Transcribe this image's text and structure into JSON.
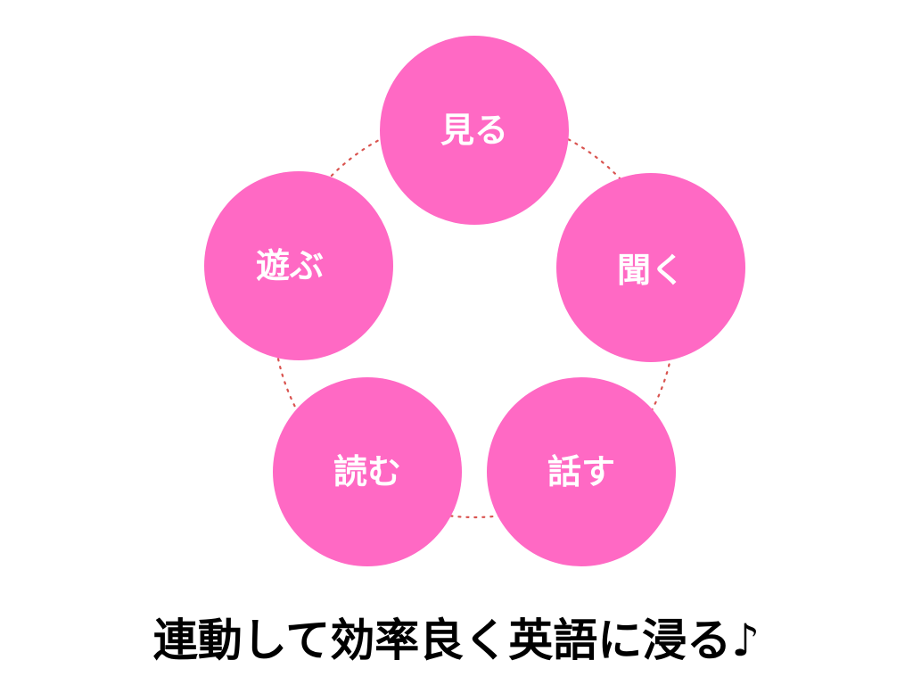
{
  "colors": {
    "node_fill": "#ff69c4",
    "connector": "#d9534f",
    "label_text": "#ffffff",
    "caption_text": "#000000"
  },
  "diagram": {
    "nodes": [
      {
        "id": "see",
        "label": "見る"
      },
      {
        "id": "listen",
        "label": "聞く"
      },
      {
        "id": "speak",
        "label": "話す"
      },
      {
        "id": "read",
        "label": "読む"
      },
      {
        "id": "play",
        "label": "遊ぶ"
      }
    ],
    "connector_style": "dotted"
  },
  "caption": "連動して効率良く英語に浸る♪"
}
